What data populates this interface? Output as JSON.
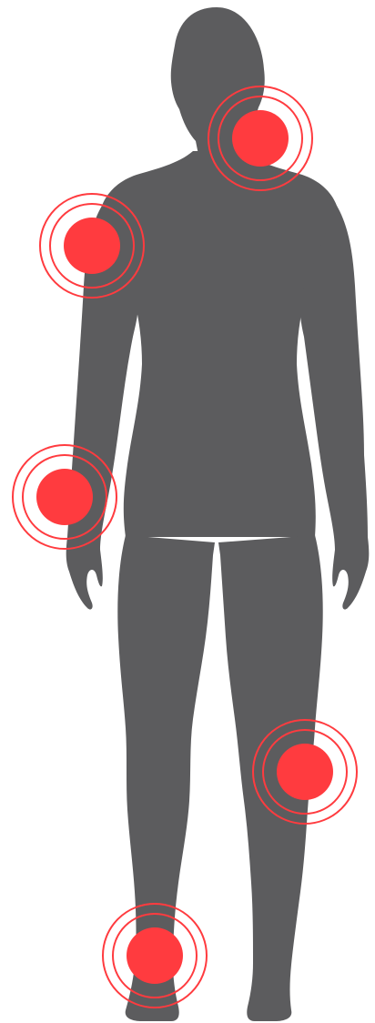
{
  "illustration": {
    "subject": "human-body-silhouette",
    "body_color": "#5c5c5e",
    "marker_color": "#ff3b3f",
    "pain_points": [
      {
        "name": "neck-shoulder"
      },
      {
        "name": "right-shoulder"
      },
      {
        "name": "right-wrist"
      },
      {
        "name": "left-knee"
      },
      {
        "name": "right-ankle"
      }
    ]
  }
}
